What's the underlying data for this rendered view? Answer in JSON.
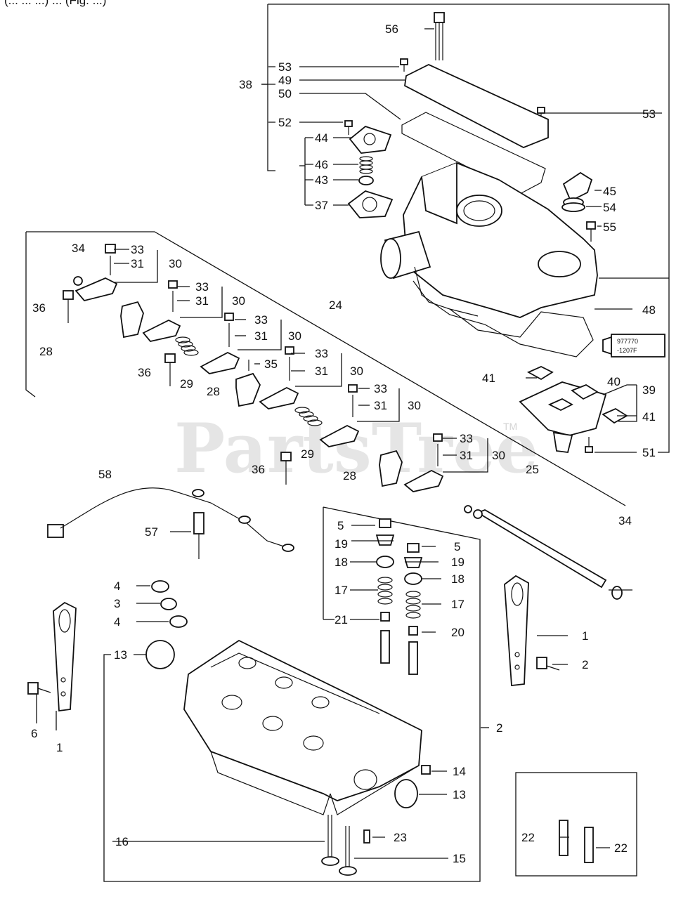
{
  "header_fragment": "(... ... ...) ... (Fig. ...)",
  "watermark": {
    "text": "PartsTree",
    "trademark": "TM"
  },
  "callouts": [
    {
      "id": "56",
      "text": "56"
    },
    {
      "id": "53a",
      "text": "53"
    },
    {
      "id": "49",
      "text": "49"
    },
    {
      "id": "38",
      "text": "38"
    },
    {
      "id": "50",
      "text": "50"
    },
    {
      "id": "53b",
      "text": "53"
    },
    {
      "id": "52",
      "text": "52"
    },
    {
      "id": "44",
      "text": "44"
    },
    {
      "id": "46",
      "text": "46"
    },
    {
      "id": "43",
      "text": "43"
    },
    {
      "id": "45",
      "text": "45"
    },
    {
      "id": "37",
      "text": "37"
    },
    {
      "id": "54",
      "text": "54"
    },
    {
      "id": "55",
      "text": "55"
    },
    {
      "id": "34a",
      "text": "34"
    },
    {
      "id": "33a",
      "text": "33"
    },
    {
      "id": "31a",
      "text": "31"
    },
    {
      "id": "30a",
      "text": "30"
    },
    {
      "id": "36a",
      "text": "36"
    },
    {
      "id": "33b",
      "text": "33"
    },
    {
      "id": "31b",
      "text": "31"
    },
    {
      "id": "30b",
      "text": "30"
    },
    {
      "id": "24",
      "text": "24"
    },
    {
      "id": "48",
      "text": "48"
    },
    {
      "id": "33c",
      "text": "33"
    },
    {
      "id": "31c",
      "text": "31"
    },
    {
      "id": "30c",
      "text": "30"
    },
    {
      "id": "28a",
      "text": "28"
    },
    {
      "id": "33d",
      "text": "33"
    },
    {
      "id": "35",
      "text": "35"
    },
    {
      "id": "36b",
      "text": "36"
    },
    {
      "id": "29a",
      "text": "29"
    },
    {
      "id": "31d",
      "text": "31"
    },
    {
      "id": "30d",
      "text": "30"
    },
    {
      "id": "41a",
      "text": "41"
    },
    {
      "id": "40",
      "text": "40"
    },
    {
      "id": "39",
      "text": "39"
    },
    {
      "id": "28b",
      "text": "28"
    },
    {
      "id": "33e",
      "text": "33"
    },
    {
      "id": "31e",
      "text": "31"
    },
    {
      "id": "30e",
      "text": "30"
    },
    {
      "id": "41b",
      "text": "41"
    },
    {
      "id": "29b",
      "text": "29"
    },
    {
      "id": "33f",
      "text": "33"
    },
    {
      "id": "31f",
      "text": "31"
    },
    {
      "id": "30f",
      "text": "30"
    },
    {
      "id": "51",
      "text": "51"
    },
    {
      "id": "36c",
      "text": "36"
    },
    {
      "id": "28c",
      "text": "28"
    },
    {
      "id": "25",
      "text": "25"
    },
    {
      "id": "58",
      "text": "58"
    },
    {
      "id": "34b",
      "text": "34"
    },
    {
      "id": "5a",
      "text": "5"
    },
    {
      "id": "57",
      "text": "57"
    },
    {
      "id": "19a",
      "text": "19"
    },
    {
      "id": "5b",
      "text": "5"
    },
    {
      "id": "18a",
      "text": "18"
    },
    {
      "id": "19b",
      "text": "19"
    },
    {
      "id": "18b",
      "text": "18"
    },
    {
      "id": "4a",
      "text": "4"
    },
    {
      "id": "17a",
      "text": "17"
    },
    {
      "id": "3",
      "text": "3"
    },
    {
      "id": "17b",
      "text": "17"
    },
    {
      "id": "4b",
      "text": "4"
    },
    {
      "id": "21",
      "text": "21"
    },
    {
      "id": "20",
      "text": "20"
    },
    {
      "id": "1a",
      "text": "1"
    },
    {
      "id": "13a",
      "text": "13"
    },
    {
      "id": "2a",
      "text": "2"
    },
    {
      "id": "6",
      "text": "6"
    },
    {
      "id": "2b",
      "text": "2"
    },
    {
      "id": "1b",
      "text": "1"
    },
    {
      "id": "14",
      "text": "14"
    },
    {
      "id": "13b",
      "text": "13"
    },
    {
      "id": "22a",
      "text": "22"
    },
    {
      "id": "22b",
      "text": "22"
    },
    {
      "id": "23",
      "text": "23"
    },
    {
      "id": "16",
      "text": "16"
    },
    {
      "id": "15",
      "text": "15"
    }
  ],
  "sealant_tube": {
    "line1": "977770",
    "line2": "-1207F"
  }
}
